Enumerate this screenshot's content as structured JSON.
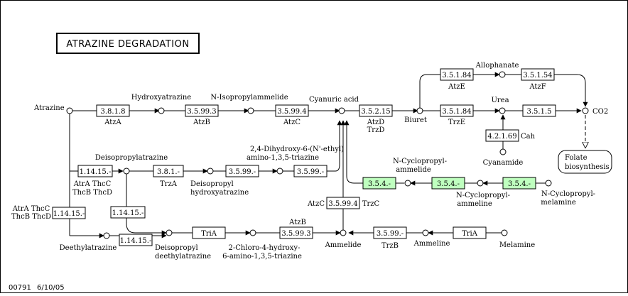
{
  "title": "ATRAZINE DEGRADATION",
  "footer": {
    "map_id": "00791",
    "date": "6/10/05"
  },
  "colors": {
    "highlight": "#bfffbf",
    "background": "#ffffff",
    "line": "#000000"
  },
  "compounds": {
    "atrazine": "Atrazine",
    "hydroxyatrazine": "Hydroxyatrazine",
    "n_isopropylammelide": "N-Isopropylammelide",
    "cyanuric_acid": "Cyanuric acid",
    "allophanate": "Allophanate",
    "biuret": "Biuret",
    "urea": "Urea",
    "co2": "CO2",
    "cyanamide": "Cyanamide",
    "deisopropylatrazine": "Deisopropylatrazine",
    "dihydroxy_triazine": [
      "2,4-Dihydroxy-6-(N'-ethyl)",
      "amino-1,3,5-triazine"
    ],
    "deisopropylhydroxyatrazine": [
      "Deisopropyl",
      "hydroxyatrazine"
    ],
    "n_cyclopropylammelide": [
      "N-Cyclopropyl-",
      "ammelide"
    ],
    "n_cyclopropylammeline": [
      "N-Cyclopropyl-",
      "ammeline"
    ],
    "n_cyclopropylmelamine": [
      "N-Cyclopropyl-",
      "melamine"
    ],
    "deethylatrazine": "Deethylatrazine",
    "deisopropyldeethylatrazine": [
      "Deisopropyl",
      "deethylatrazine"
    ],
    "chloro_dihydroxy_triazine": [
      "2-Chloro-4-hydroxy-",
      "6-amino-1,3,5-triazine"
    ],
    "ammelide": "Ammelide",
    "ammeline": "Ammeline",
    "melamine": "Melamine"
  },
  "pathway_link": [
    "Folate",
    "biosynthesis"
  ],
  "enzymes": {
    "e_3818": "3.8.1.8",
    "e_3599_3a": "3.5.99.3",
    "e_3599_4a": "3.5.99.4",
    "e_35215": "3.5.2.15",
    "e_3511_84_top": "3.5.1.84",
    "e_35154": "3.5.1.54",
    "e_3511_84_mid": "3.5.1.84",
    "e_3515": "3.5.1.5",
    "e_42169": "4.2.1.69",
    "e_11415_a": "1.14.15.-",
    "e_381": "3.8.1.-",
    "e_3599_a": "3.5.99.-",
    "e_3599_b": "3.5.99.-",
    "e_354_a": "3.5.4.-",
    "e_354_b": "3.5.4.-",
    "e_354_c": "3.5.4.-",
    "e_3599_4b": "3.5.99.4",
    "e_11415_b": "1.14.15.-",
    "e_11415_c": "1.14.15.-",
    "e_11415_d": "1.14.15.-",
    "e_tria_a": "TriA",
    "e_3599_3b": "3.5.99.3",
    "e_3599_c": "3.5.99.-",
    "e_tria_b": "TriA"
  },
  "genes": {
    "atza": "AtzA",
    "atzb": "AtzB",
    "atzc": "AtzC",
    "atzd": "AtzD",
    "trzd": "TrzD",
    "atze": "AtzE",
    "atzf": "AtzF",
    "trze": "TrzE",
    "cah": "Cah",
    "trza": "TrzA",
    "atra_thcc_1": "AtrA ThcC",
    "thcb_thcd_1": "ThcB ThcD",
    "atra_thcc_2": "AtrA ThcC",
    "thcb_thcd_2": "ThcB ThcD",
    "atzc2": "AtzC",
    "trzc": "TrzC",
    "atzb2": "AtzB",
    "trzb": "TrzB"
  }
}
